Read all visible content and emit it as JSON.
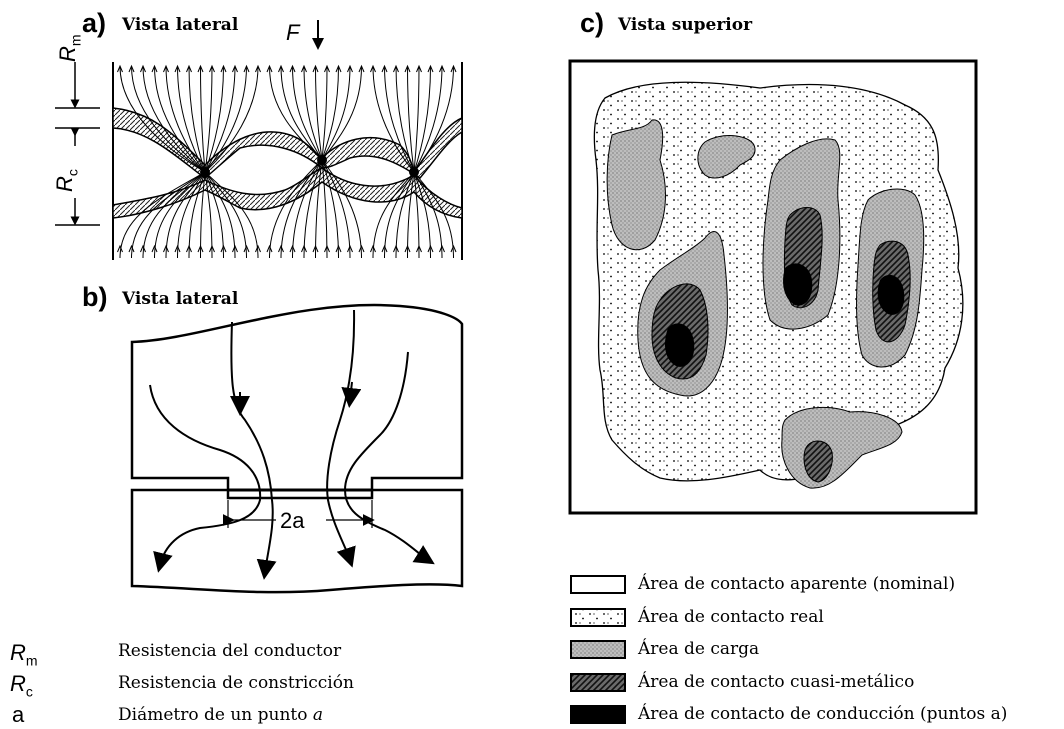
{
  "panel_a": {
    "letter": "a)",
    "title": "Vista lateral",
    "force": "F",
    "rm_label": "R",
    "rm_sub": "m",
    "rc_label": "R",
    "rc_sub": "c"
  },
  "panel_b": {
    "letter": "b)",
    "title": "Vista lateral",
    "dimension": "2a"
  },
  "panel_c": {
    "letter": "c)",
    "title": "Vista superior"
  },
  "symbol_definitions": [
    {
      "symbol": "R",
      "sub": "m",
      "text": "Resistencia del conductor"
    },
    {
      "symbol": "R",
      "sub": "c",
      "text": "Resistencia de constricción"
    },
    {
      "symbol": "a",
      "sub": "",
      "text": "Diámetro de un punto",
      "italic_tail": "a"
    }
  ],
  "legend": [
    {
      "text": "Área de contacto aparente (nominal)",
      "pattern": "none"
    },
    {
      "text": "Área de contacto real",
      "pattern": "dots"
    },
    {
      "text": "Área de carga",
      "pattern": "stipple"
    },
    {
      "text": "Área de contacto cuasi-metálico",
      "pattern": "hatch"
    },
    {
      "text": "Área de contacto de conducción (puntos a)",
      "pattern": "solid"
    }
  ]
}
